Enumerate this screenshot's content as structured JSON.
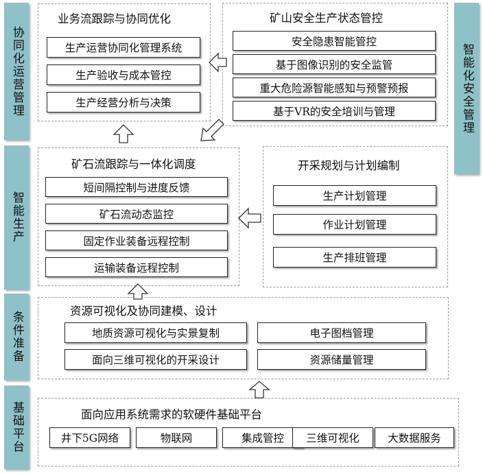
{
  "side_labels": {
    "coord_ops": "协同化运营管理",
    "smart_production": "智能生产",
    "condition_prep": "条件准备",
    "base_platform": "基础平台",
    "smart_safety": "智能化安全管理"
  },
  "panels": {
    "business_flow": {
      "title": "业务流跟踪与协同优化",
      "items": [
        "生产运营协同化管理系统",
        "生产验收与成本管控",
        "生产经营分析与决策"
      ]
    },
    "mine_safety": {
      "title": "矿山安全生产状态管控",
      "items": [
        "安全隐患智能管控",
        "基于图像识别的安全监管",
        "重大危险源智能感知与预警预报",
        "基于VR的安全培训与管理"
      ]
    },
    "ore_flow": {
      "title": "矿石流跟踪与一体化调度",
      "items": [
        "短间隔控制与进度反馈",
        "矿石流动态监控",
        "固定作业装备远程控制",
        "运输装备远程控制"
      ]
    },
    "mining_plan": {
      "title": "开采规划与计划编制",
      "items": [
        "生产计划管理",
        "作业计划管理",
        "生产排班管理"
      ]
    },
    "resource_viz": {
      "title": "资源可视化及协同建模、设计",
      "items": [
        "地质资源可视化与实景复制",
        "电子图档管理",
        "面向三维可视化的开采设计",
        "资源储量管理"
      ]
    },
    "platform": {
      "title": "面向应用系统需求的软硬件基础平台",
      "items": [
        "井下5G网络",
        "物联网",
        "集成管控",
        "三维可视化",
        "大数据服务"
      ]
    }
  }
}
